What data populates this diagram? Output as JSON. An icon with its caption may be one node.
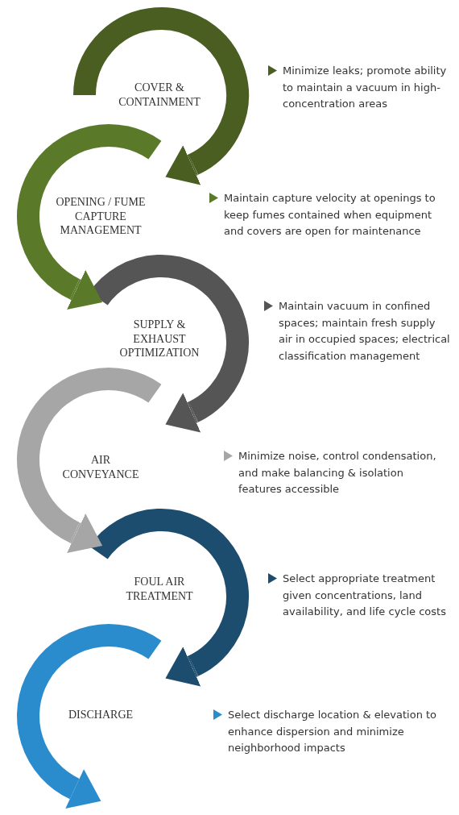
{
  "diagram": {
    "nodes": [
      {
        "text": [
          "COVER & CONTAINMENT"
        ]
      },
      {
        "text": [
          "OPENING / FUME CAPTURE MANAGEMENT"
        ]
      },
      {
        "text": [
          "SUPPLY & EXHAUST OPTIMIZATION"
        ]
      },
      {
        "text": [
          "AIR CONVEYANCE"
        ]
      },
      {
        "text": [
          "FOUL AIR TREATMENT"
        ]
      },
      {
        "text": [
          "DISCHARGE"
        ]
      }
    ],
    "edges": [
      {
        "from": 0,
        "to": 1,
        "arrow": "to",
        "color": "#4a5e22"
      },
      {
        "from": 1,
        "to": 2,
        "arrow": "to",
        "color": "#5a7a2a"
      },
      {
        "from": 2,
        "to": 3,
        "arrow": "to",
        "color": "#555555"
      },
      {
        "from": 3,
        "to": 4,
        "arrow": "to",
        "color": "#a6a6a6"
      },
      {
        "from": 4,
        "to": 5,
        "arrow": "to",
        "color": "#1d4d6e"
      }
    ],
    "labels": [
      "Minimize leaks; promote ability to maintain a vacuum in high-concentration areas",
      "Maintain capture velocity at openings to keep fumes contained when equipment and covers are open for maintenance",
      "Maintain vacuum in confined spaces; maintain fresh supply air in occupied spaces; electrical classification management",
      "Minimize noise, control condensation, and make balancing & isolation features accessible",
      "Select appropriate treatment given concentrations, land availability, and life cycle costs",
      "Select discharge location & elevation to enhance dispersion and minimize neighborhood impacts"
    ]
  }
}
